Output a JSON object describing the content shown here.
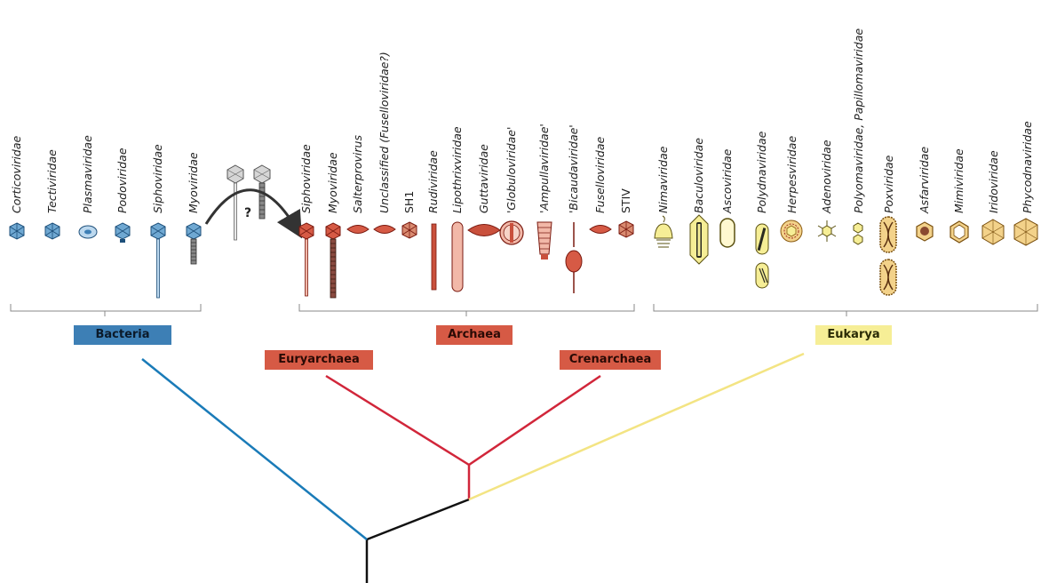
{
  "bacteria": {
    "label": "Bacteria",
    "families": [
      "Corticoviridae",
      "Tectiviridae",
      "Plasmaviridae",
      "Podoviridae",
      "Siphoviridae",
      "Myoviridae"
    ]
  },
  "transfer_question": "?",
  "archaea": {
    "label": "Archaea",
    "euryarchaea_label": "Euryarchaea",
    "crenarchaea_label": "Crenarchaea",
    "families": [
      "Siphoviridae",
      "Myoviridae",
      "Salterprovirus",
      "Unclassified (Fuselloviridae?)",
      "SH1",
      "Rudiviridae",
      "Lipothrixviridae",
      "Guttaviridae",
      "'Globuloviridae'",
      "'Ampullaviridae'",
      "'Bicaudaviridae'",
      "Fuselloviridae",
      "STIV"
    ]
  },
  "eukarya": {
    "label": "Eukarya",
    "families": [
      "Nimaviridae",
      "Baculoviridae",
      "Ascoviridae",
      "Polydnaviridae",
      "Herpesviridae",
      "Adenoviridae",
      "Polyomaviridae, Papillomaviridae",
      "Poxviridae",
      "Asfarviridae",
      "Mimiviridae",
      "Iridoviridae",
      "Phycodnaviridae"
    ]
  },
  "colors": {
    "bacteria": "#1a7bb8",
    "archaea": "#d1263a",
    "eukarya": "#f3e483",
    "root": "#111111",
    "bacteria_box": "#3d7fb5",
    "archaea_box": "#d65a45",
    "eukarya_box": "#f6ee96"
  }
}
